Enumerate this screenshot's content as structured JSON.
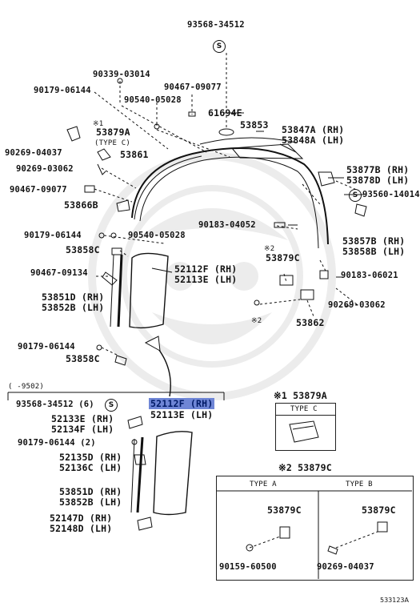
{
  "labels": {
    "p93568_top": "93568-34512",
    "p90339": "90339-03014",
    "p90179_a": "90179-06144",
    "p90467_a": "90467-09077",
    "p90540_a": "90540-05028",
    "note1_53879a": "※1",
    "p53879a": "53879A",
    "type_c": "(TYPE C)",
    "p61694e": "61694E",
    "p53853": "53853",
    "p53847a": "53847A (RH)",
    "p53848a": "53848A (LH)",
    "p90269_04037": "90269-04037",
    "p53861": "53861",
    "p90269_03062_a": "90269-03062",
    "p53877b": "53877B (RH)",
    "p53878d": "53878D (LH)",
    "p90467_b": "90467-09077",
    "p93560": "93560-14014",
    "p53866b": "53866B",
    "p90183_04052": "90183-04052",
    "p90179_b": "90179-06144",
    "p90540_b": "90540-05028",
    "p53857b": "53857B (RH)",
    "p53858b": "53858B (LH)",
    "p53858c_a": "53858C",
    "note2_a": "※2",
    "p53879c_a": "53879C",
    "p52112f_a": "52112F (RH)",
    "p52113e_a": "52113E (LH)",
    "p90183_06021": "90183-06021",
    "p90467_09134": "90467-09134",
    "p53851d_a": "53851D (RH)",
    "p53852b_a": "53852B (LH)",
    "p90269_03062_b": "90269-03062",
    "note2_b": "※2",
    "p53862": "53862",
    "p90179_c": "90179-06144",
    "p53858c_b": "53858C",
    "range_9502": "(     -9502)",
    "p93568_6": "93568-34512 (6)",
    "p52112f_b": "52112F (RH)",
    "p52113e_b": "52113E (LH)",
    "p52133e": "52133E (RH)",
    "p52134f": "52134F (LH)",
    "p90179_2": "90179-06144 (2)",
    "p52135d": "52135D (RH)",
    "p52136c": "52136C (LH)",
    "p53851d_b": "53851D (RH)",
    "p53852b_b": "53852B (LH)",
    "p52147d": "52147D (RH)",
    "p52148d": "52148D (LH)",
    "inset1_title": "※1 53879A",
    "inset1_type": "TYPE C",
    "inset2_title": "※2 53879C",
    "type_a": "TYPE A",
    "type_b": "TYPE B",
    "inset2_a_part": "53879C",
    "inset2_b_part": "53879C",
    "inset2_a_bolt": "90159-60500",
    "inset2_b_clip": "90269-04037",
    "s_symbol": "S",
    "diagram_code": "533123A"
  }
}
